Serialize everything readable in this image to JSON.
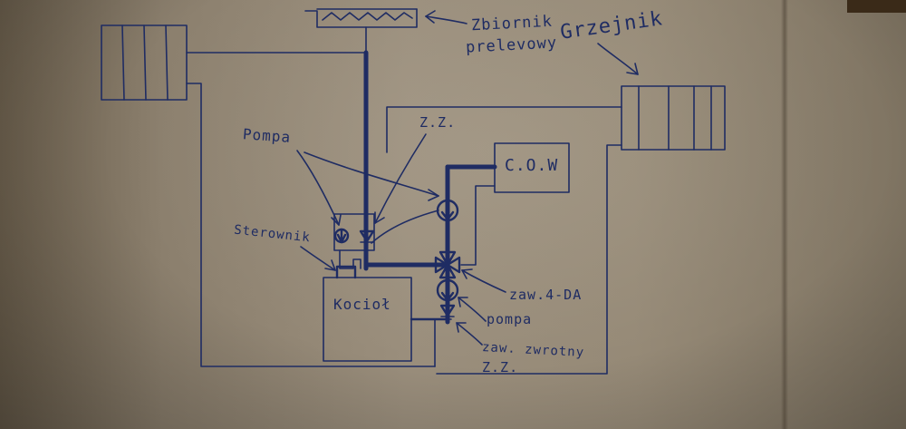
{
  "colors": {
    "ink": "#1f2c63",
    "paper": "#968a77"
  },
  "labels": {
    "zbiornik_line1": "Zbiornik",
    "zbiornik_line2": "prelevowy",
    "grzejnik": "Grzejnik",
    "zz_top": "Z.Z.",
    "con": "C.O.W",
    "pompa_left": "Pompa",
    "sterownik": "Sterownik",
    "kociol": "Kocioł",
    "zaw4d": "zaw.4-DA",
    "pompa_right": "pompa",
    "zaw_zwrotny_line1": "zaw. zwrotny",
    "zaw_zwrotny_line2": "Z.Z."
  }
}
